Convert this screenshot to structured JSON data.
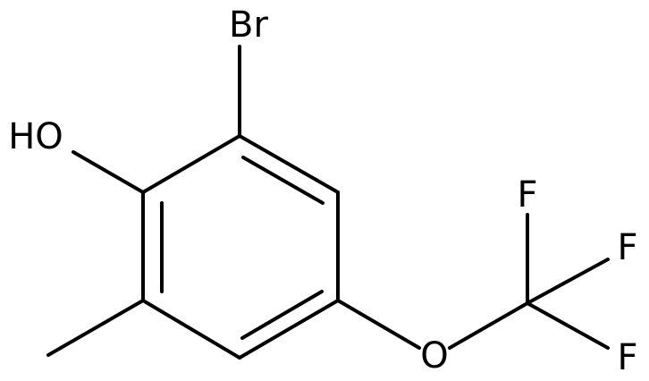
{
  "molecule": {
    "atoms": {
      "br": "Br",
      "ho": "HO",
      "o": "O",
      "f_top": "F",
      "f_right": "F",
      "f_bottom": "F"
    }
  }
}
